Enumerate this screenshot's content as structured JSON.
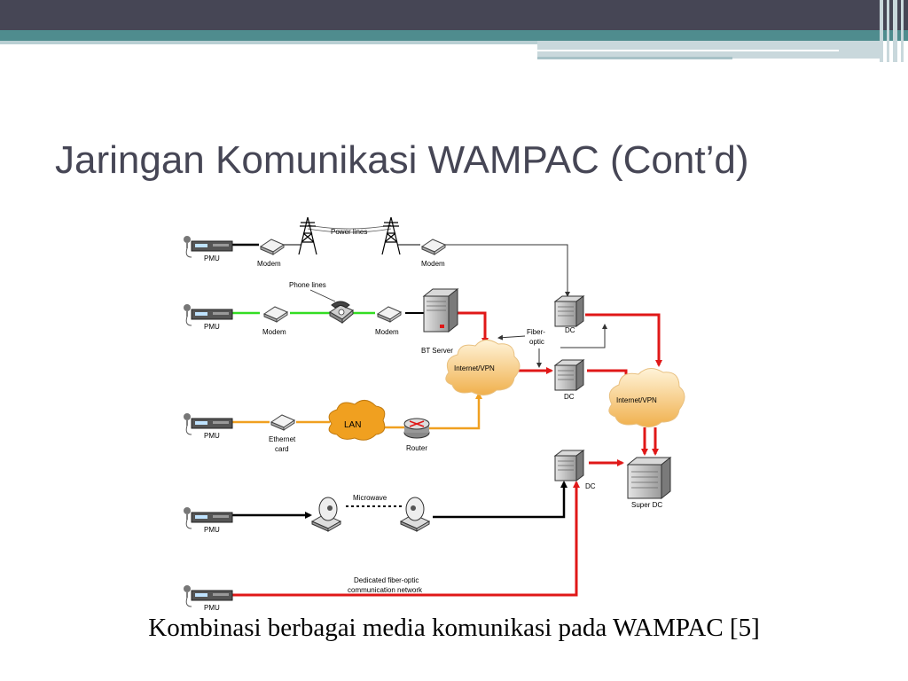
{
  "slide": {
    "title": "Jaringan Komunikasi WAMPAC (Cont’d)",
    "caption": "Kombinasi berbagai media komunikasi pada WAMPAC [5]"
  },
  "diagram": {
    "pmu_label": "PMU",
    "modem_label": "Modem",
    "power_lines": "Power lines",
    "phone_lines": "Phone lines",
    "bt_server": "BT Server",
    "internet_vpn": "Internet/VPN",
    "fiber_optic_1": "Fiber-",
    "fiber_optic_2": "optic",
    "dc_label": "DC",
    "super_dc": "Super DC",
    "lan": "LAN",
    "router": "Router",
    "ethernet_card_1": "Ethernet",
    "ethernet_card_2": "card",
    "microwave": "Microwave",
    "dedicated_1": "Dedicated fiber-optic",
    "dedicated_2": "communication network"
  },
  "colors": {
    "header": "#464655",
    "teal": "#4f8c8e",
    "red_link": "#e01818",
    "green_link": "#33dd22",
    "orange_link": "#f0a020",
    "black_link": "#000000"
  }
}
